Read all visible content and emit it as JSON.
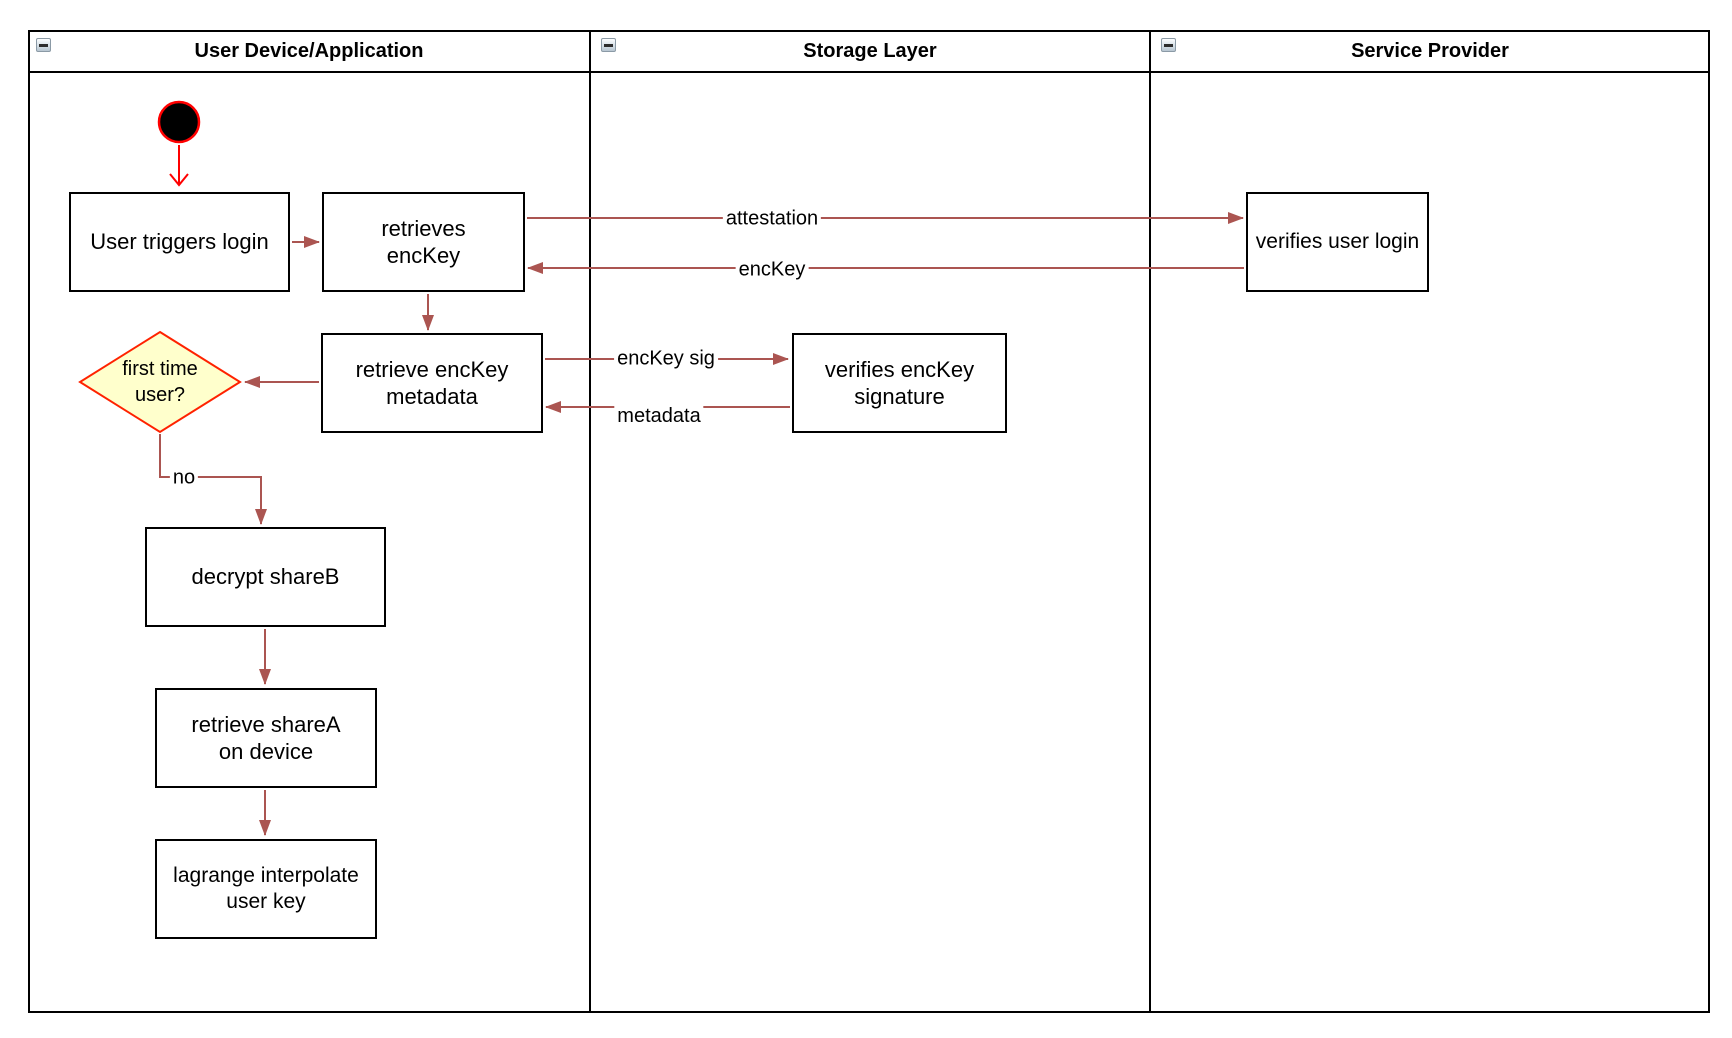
{
  "lanes": [
    {
      "title": "User Device/Application"
    },
    {
      "title": "Storage Layer"
    },
    {
      "title": "Service Provider"
    }
  ],
  "nodes": {
    "user_triggers_login": "User triggers login",
    "retrieves_enckey": "retrieves\nencKey",
    "verifies_user_login": "verifies user login",
    "retrieve_enckey_metadata": "retrieve encKey\nmetadata",
    "first_time_user": "first time\nuser?",
    "verifies_enckey_signature": "verifies encKey\nsignature",
    "decrypt_shareb": "decrypt shareB",
    "retrieve_sharea": "retrieve shareA\non device",
    "lagrange_interpolate": "lagrange interpolate\nuser key"
  },
  "edge_labels": {
    "attestation": "attestation",
    "enckey": "encKey",
    "enckey_sig": "encKey sig",
    "metadata": "metadata",
    "no": "no"
  },
  "colors": {
    "edge": "#ab5551",
    "highlight": "#ff0000",
    "diamond_fill": "#ffffcc",
    "diamond_stroke": "#ff2200"
  }
}
